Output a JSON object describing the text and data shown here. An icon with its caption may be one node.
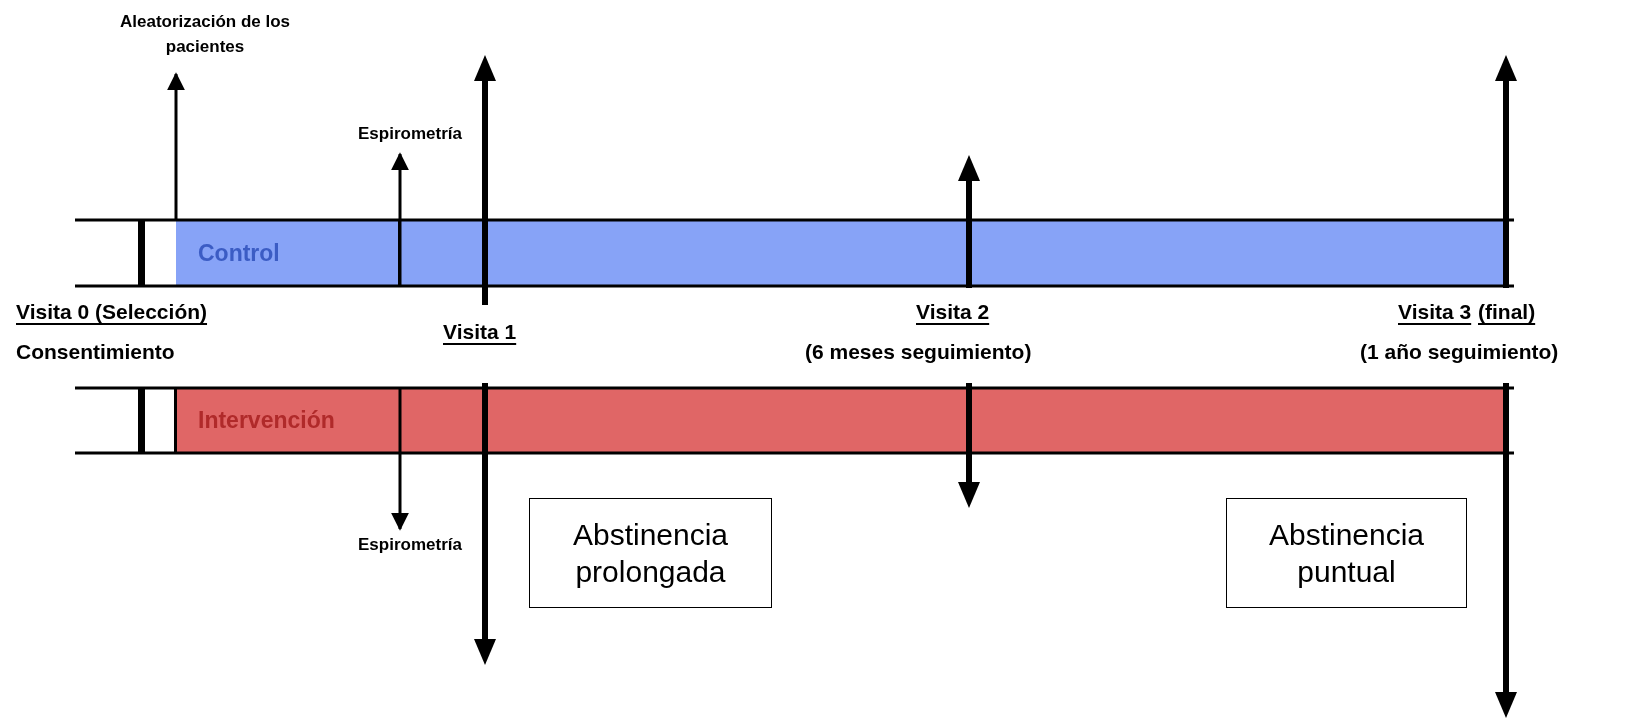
{
  "diagram": {
    "nodes": [
      {
        "text": [
          "Control"
        ]
      },
      {
        "text": [
          "Intervención"
        ]
      },
      {
        "text": [
          "Abstinencia prolongada"
        ]
      },
      {
        "text": [
          "Abstinencia puntual"
        ]
      },
      {
        "text": [
          "Aleatorización de los pacientes"
        ]
      },
      {
        "text": [
          "Espirometría"
        ]
      },
      {
        "text": [
          "Espirometría"
        ]
      }
    ],
    "edges": [
      {
        "from": 0,
        "to": 4,
        "arrow": "to"
      },
      {
        "from": 0,
        "to": 5,
        "arrow": "to"
      },
      {
        "from": 1,
        "to": 6,
        "arrow": "to"
      }
    ],
    "labels": [
      "Visita 0 (Selección)",
      "Visita 2",
      "Visita 3",
      "(final)",
      "Consentimiento",
      "Visita 1",
      "(6 meses seguimiento)",
      "(1 año seguimiento)"
    ]
  }
}
